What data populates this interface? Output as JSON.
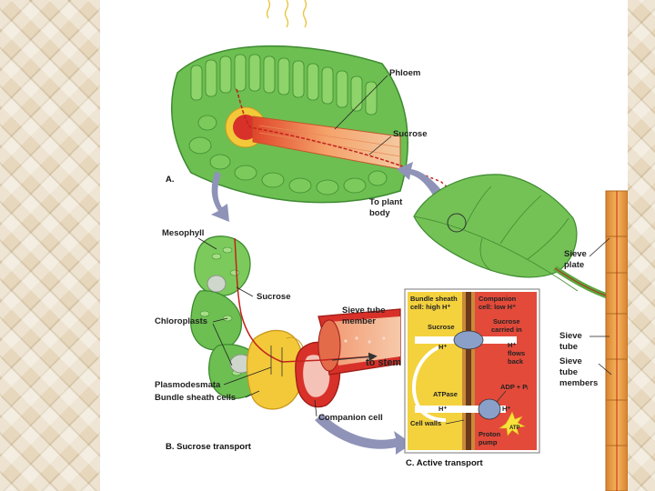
{
  "panel_a": {
    "caption": "A.",
    "labels": {
      "phloem": "Phloem",
      "sucrose": "Sucrose",
      "to_plant_body_1": "To plant",
      "to_plant_body_2": "body"
    }
  },
  "panel_b": {
    "caption": "B. Sucrose transport",
    "labels": {
      "mesophyll": "Mesophyll",
      "sucrose": "Sucrose",
      "chloroplasts": "Chloroplasts",
      "sieve_tube_member_1": "Sieve tube",
      "sieve_tube_member_2": "member",
      "to_stem": "to stem",
      "plasmodesmata": "Plasmodesmata",
      "bundle_sheath_cells": "Bundle sheath cells",
      "companion_cell": "Companion cell"
    }
  },
  "panel_c": {
    "caption": "C. Active transport",
    "labels": {
      "bundle_sheath_1": "Bundle sheath",
      "bundle_sheath_2": "cell: high H⁺",
      "companion_1": "Companion",
      "companion_2": "cell: low H⁺",
      "sucrose": "Sucrose",
      "sucrose_carried_1": "Sucrose",
      "sucrose_carried_2": "carried in",
      "h_plus_top": "H⁺",
      "h_flows_1": "H⁺",
      "h_flows_2": "flows",
      "h_flows_3": "back",
      "atpase": "ATPase",
      "adp_pi": "ADP + Pᵢ",
      "h_plus_bottom_left": "H⁺",
      "h_plus_bottom_right": "H⁺",
      "cell_walls": "Cell walls",
      "proton_pump_1": "Proton",
      "proton_pump_2": "pump",
      "atp": "ATP"
    }
  },
  "plant": {
    "labels": {
      "sieve_plate_1": "Sieve",
      "sieve_plate_2": "plate",
      "sieve_tube_1": "Sieve",
      "sieve_tube_2": "tube",
      "sieve_tube_members_1": "Sieve",
      "sieve_tube_members_2": "tube",
      "sieve_tube_members_3": "members"
    }
  },
  "colors": {
    "leaf_green": "#5fb34a",
    "phloem_orange": "#f08a4a",
    "cell_red": "#d8312a",
    "sheath_yellow": "#f3c93a",
    "arrow_gray": "#8f93b8"
  }
}
